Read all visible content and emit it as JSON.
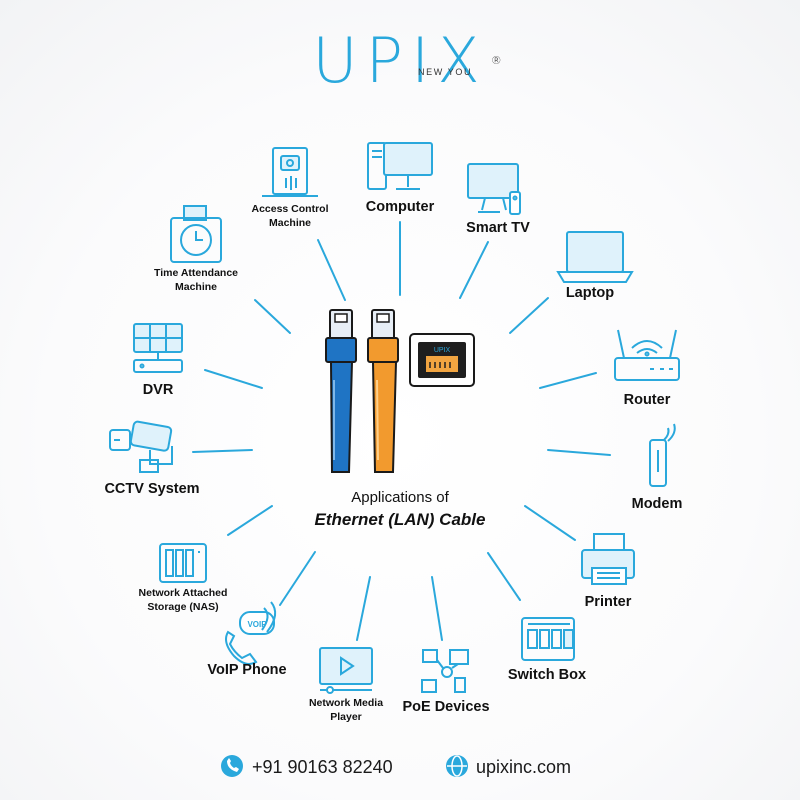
{
  "brand": {
    "name": "UPIX",
    "registered": "®",
    "tagline": "NEW YOU",
    "plug_text": "UPIX"
  },
  "colors": {
    "accent": "#2aa8dc",
    "text": "#111111",
    "blue_cable": "#1f74c4",
    "orange_cable": "#f29a2e"
  },
  "center": {
    "line1": "Applications of",
    "line2": "Ethernet (LAN) Cable"
  },
  "devices": {
    "access_control": {
      "label": "Access Control\nMachine",
      "icon": "fingerprint-door-icon"
    },
    "computer": {
      "label": "Computer",
      "icon": "desktop-computer-icon"
    },
    "smart_tv": {
      "label": "Smart TV",
      "icon": "tv-remote-icon"
    },
    "laptop": {
      "label": "Laptop",
      "icon": "laptop-icon"
    },
    "router": {
      "label": "Router",
      "icon": "wifi-router-icon"
    },
    "modem": {
      "label": "Modem",
      "icon": "modem-icon"
    },
    "printer": {
      "label": "Printer",
      "icon": "printer-icon"
    },
    "switch_box": {
      "label": "Switch Box",
      "icon": "switch-box-icon"
    },
    "poe": {
      "label": "PoE Devices",
      "icon": "poe-devices-icon"
    },
    "media_player": {
      "label": "Network Media\nPlayer",
      "icon": "media-player-icon"
    },
    "voip": {
      "label": "VoIP Phone",
      "icon": "voip-phone-icon",
      "badge": "VOIP"
    },
    "nas": {
      "label": "Network Attached\nStorage (NAS)",
      "icon": "nas-icon"
    },
    "cctv": {
      "label": "CCTV System",
      "icon": "cctv-camera-icon"
    },
    "dvr": {
      "label": "DVR",
      "icon": "dvr-icon"
    },
    "time_attendance": {
      "label": "Time Attendance\nMachine",
      "icon": "time-clock-icon"
    }
  },
  "footer": {
    "phone": "+91 90163 82240",
    "website": "upixinc.com",
    "phone_icon": "phone-icon",
    "web_icon": "globe-icon"
  }
}
